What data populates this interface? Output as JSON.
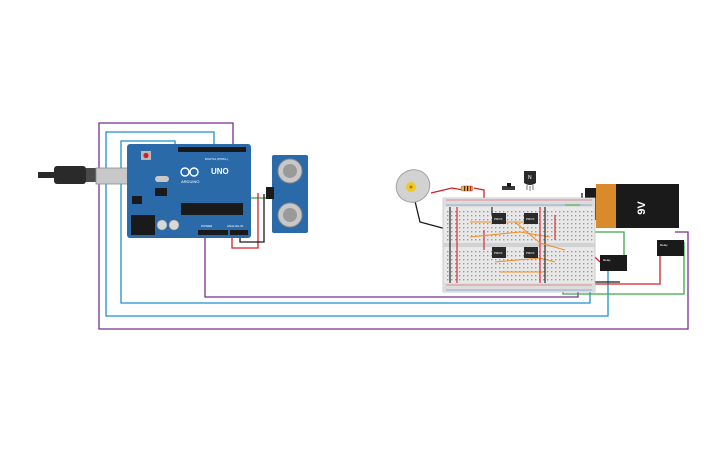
{
  "arduino": {
    "brand": "ARDUINO",
    "model": "UNO",
    "header_labels": [
      "DIGITAL (PWM~)",
      "POWER",
      "ANALOG IN"
    ],
    "chip_label": ""
  },
  "ultrasonic_sensor": {
    "label": ""
  },
  "battery": {
    "label": "9V"
  },
  "chips": [
    {
      "label": "PROX"
    },
    {
      "label": "PROX"
    },
    {
      "label": "PROX"
    },
    {
      "label": "PROX"
    }
  ],
  "relays": [
    {
      "label": "Relay"
    },
    {
      "label": "Relay"
    }
  ],
  "transistor": {
    "label": "N"
  },
  "wire_colors": {
    "purple": "#7b2d8e",
    "blue": "#1e8fcf",
    "red": "#d0202a",
    "green": "#3aa84a",
    "black": "#1a1a1a",
    "orange": "#f0902a",
    "board_blue": "#2b6aa8",
    "battery_orange": "#d98a2a"
  }
}
